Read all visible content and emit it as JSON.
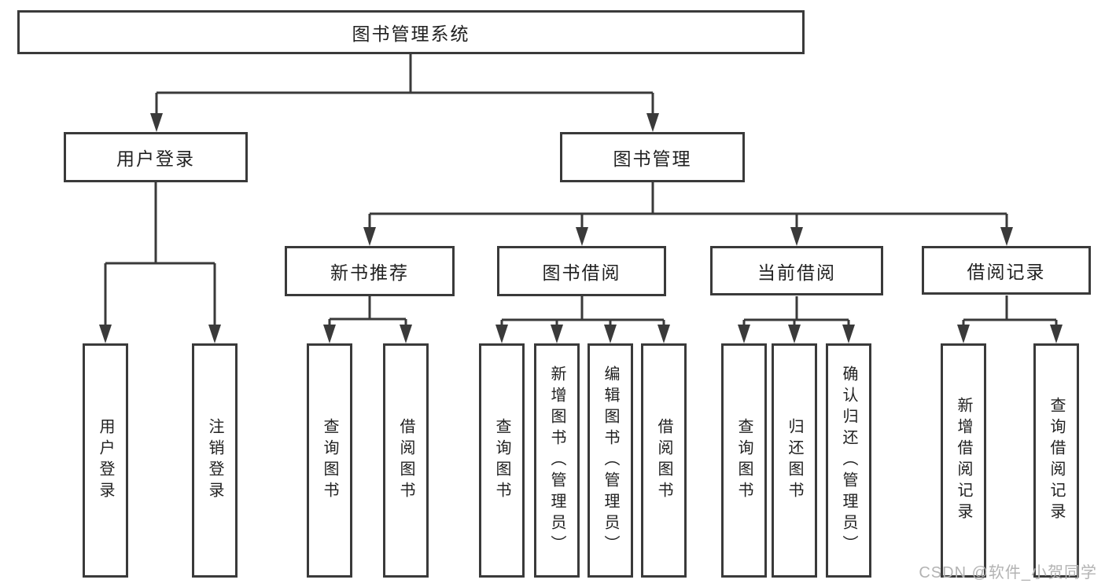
{
  "tree": {
    "root": {
      "label": "图书管理系统"
    },
    "children": [
      {
        "label": "用户登录",
        "children": [
          {
            "label": "用户登录"
          },
          {
            "label": "注销登录"
          }
        ]
      },
      {
        "label": "图书管理",
        "children": [
          {
            "label": "新书推荐",
            "children": [
              {
                "label": "查询图书"
              },
              {
                "label": "借阅图书"
              }
            ]
          },
          {
            "label": "图书借阅",
            "children": [
              {
                "label": "查询图书"
              },
              {
                "label": "新增图书（管理员）"
              },
              {
                "label": "编辑图书（管理员）"
              },
              {
                "label": "借阅图书"
              }
            ]
          },
          {
            "label": "当前借阅",
            "children": [
              {
                "label": "查询图书"
              },
              {
                "label": "归还图书"
              },
              {
                "label": "确认归还（管理员）"
              }
            ]
          },
          {
            "label": "借阅记录",
            "children": [
              {
                "label": "新增借阅记录"
              },
              {
                "label": "查询借阅记录"
              }
            ]
          }
        ]
      }
    ]
  },
  "watermark": {
    "text": "CSDN @软件_小贺同学"
  },
  "colors": {
    "line": "#3a3a3a",
    "text": "#212121",
    "background": "#ffffff",
    "watermark": "#b3b3b3"
  }
}
